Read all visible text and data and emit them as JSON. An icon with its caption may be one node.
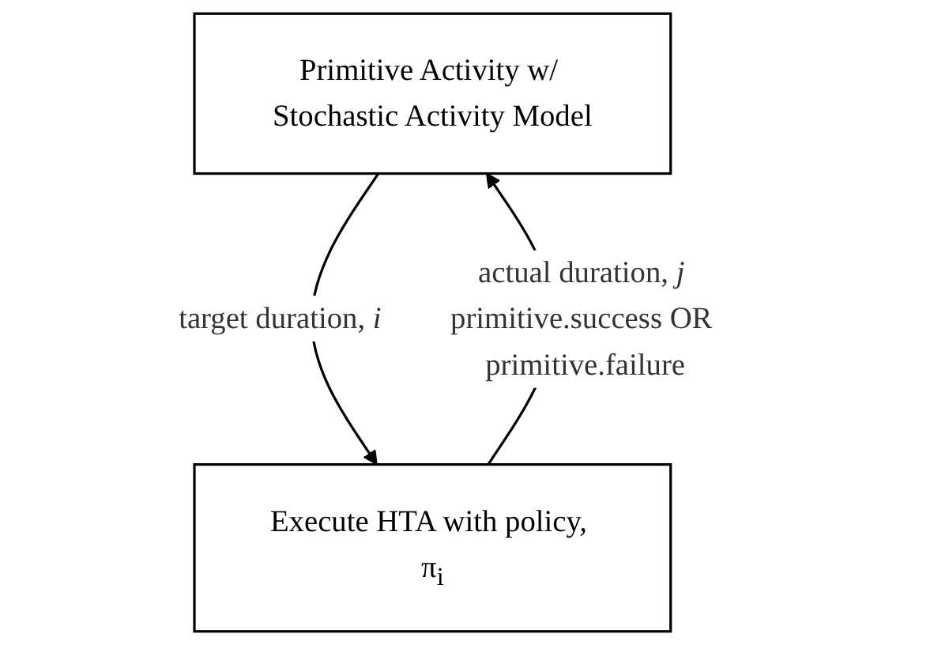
{
  "diagram": {
    "nodes": [
      {
        "text": [
          "Primitive Activity w/ Stochastic Activity Model"
        ]
      },
      {
        "text": [
          "Execute HTA with policy, π$_{i}$"
        ]
      }
    ],
    "edges": [
      {
        "from": 0,
        "to": 1,
        "arrow": "to",
        "label": "target duration, *i*"
      },
      {
        "from": 1,
        "to": 0,
        "arrow": "to",
        "label": "actual duration, *j* primitive.success OR primitive.failure"
      }
    ]
  }
}
